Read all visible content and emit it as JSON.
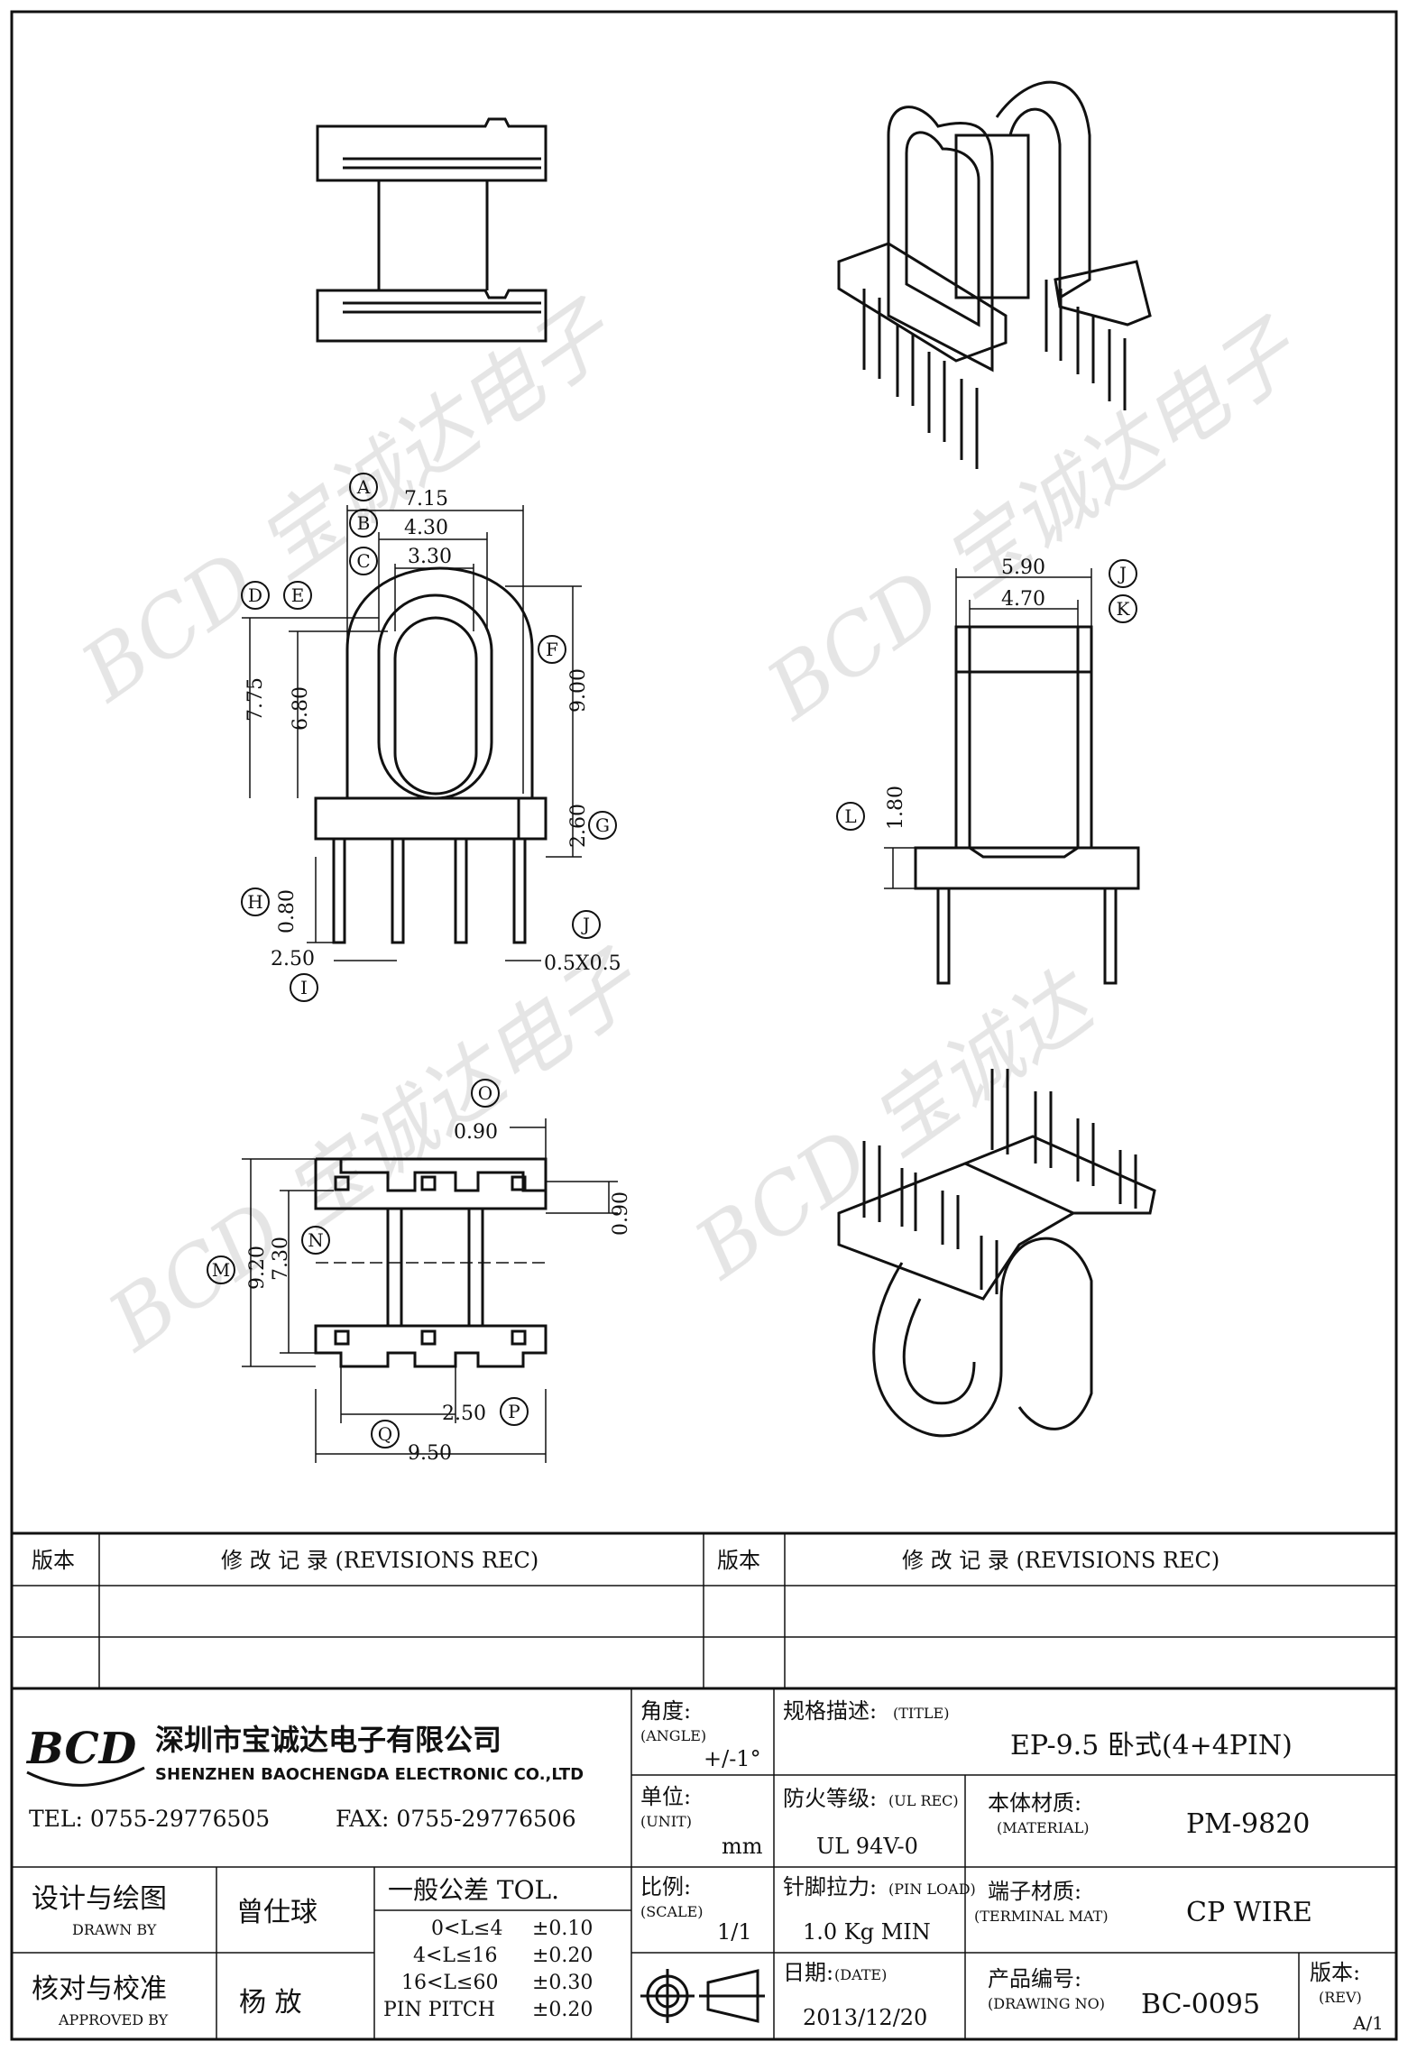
{
  "drawing": {
    "dimensions": {
      "A": "7.15",
      "B": "4.30",
      "C": "3.30",
      "D": "7.75",
      "E": "6.80",
      "F": "9.00",
      "G": "2.60",
      "H": "0.80",
      "I_side": "2.50",
      "J_pin": "0.5X0.5",
      "J_width": "5.90",
      "K": "4.70",
      "L": "1.80",
      "M": "9.20",
      "N": "7.30",
      "O": "0.90",
      "O_side": "0.90",
      "P": "2.50",
      "Q": "9.50"
    },
    "markers": [
      "A",
      "B",
      "C",
      "D",
      "E",
      "F",
      "G",
      "H",
      "I",
      "J",
      "J",
      "K",
      "L",
      "M",
      "N",
      "O",
      "P",
      "Q"
    ]
  },
  "revisions": {
    "rev_label": "版本",
    "rev_header": "修 改 记 录 (REVISIONS REC)"
  },
  "company": {
    "logo": "BCD",
    "name_cn": "深圳市宝诚达电子有限公司",
    "name_en": "SHENZHEN BAOCHENGDA ELECTRONIC CO.,LTD",
    "tel": "TEL: 0755-29776505",
    "fax": "FAX: 0755-29776506"
  },
  "titleblock": {
    "angle_label": "角度:",
    "angle_en": "(ANGLE)",
    "angle_value": "+/-1°",
    "title_label": "规格描述:",
    "title_en": "(TITLE)",
    "title_value": "EP-9.5 卧式(4+4PIN)",
    "unit_label": "单位:",
    "unit_en": "(UNIT)",
    "unit_value": "mm",
    "ul_label": "防火等级:",
    "ul_en": "(UL REC)",
    "ul_value": "UL 94V-0",
    "material_label": "本体材质:",
    "material_en": "(MATERIAL)",
    "material_value": "PM-9820",
    "drawn_label": "设计与绘图",
    "drawn_en": "DRAWN BY",
    "drawn_value": "曾仕球",
    "tol_label": "一般公差 TOL.",
    "tol_rows": [
      {
        "range": "0<L≤4",
        "value": "±0.10"
      },
      {
        "range": "4<L≤16",
        "value": "±0.20"
      },
      {
        "range": "16<L≤60",
        "value": "±0.30"
      },
      {
        "range": "PIN PITCH",
        "value": "±0.20"
      }
    ],
    "scale_label": "比例:",
    "scale_en": "(SCALE)",
    "scale_value": "1/1",
    "pinload_label": "针脚拉力:",
    "pinload_en": "(PIN LOAD)",
    "pinload_value": "1.0 Kg MIN",
    "terminal_label": "端子材质:",
    "terminal_en": "(TERMINAL MAT)",
    "terminal_value": "CP WIRE",
    "approved_label": "核对与校准",
    "approved_en": "APPROVED BY",
    "approved_value": "杨 放",
    "date_label": "日期:",
    "date_en": "(DATE)",
    "date_value": "2013/12/20",
    "drawingno_label": "产品编号:",
    "drawingno_en": "(DRAWING NO)",
    "drawingno_value": "BC-0095",
    "rev_label": "版本:",
    "rev_en": "(REV)",
    "rev_value": "A/1"
  }
}
